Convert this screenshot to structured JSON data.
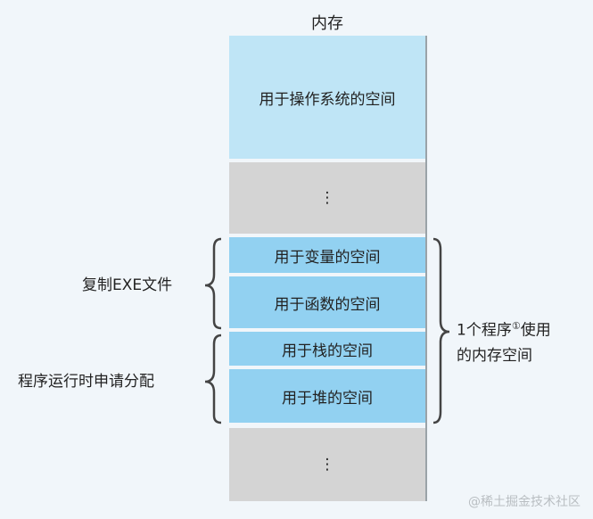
{
  "title": "内存",
  "blocks": {
    "os": "用于操作系统的空间",
    "dots1": "⋮",
    "variables": "用于变量的空间",
    "functions": "用于函数的空间",
    "stack": "用于栈的空间",
    "heap": "用于堆的空间",
    "dots2": "⋮"
  },
  "labels": {
    "copy_exe": "复制EXE文件",
    "runtime_alloc": "程序运行时申请分配",
    "program_memory_1": "1个程序",
    "footnote": "①",
    "program_memory_2": "使用",
    "program_memory_3": "的内存空间"
  },
  "watermark": "@稀土掘金技术社区",
  "colors": {
    "os": "#bfe5f6",
    "gray": "#d4d4d4",
    "program": "#92d1f1"
  }
}
